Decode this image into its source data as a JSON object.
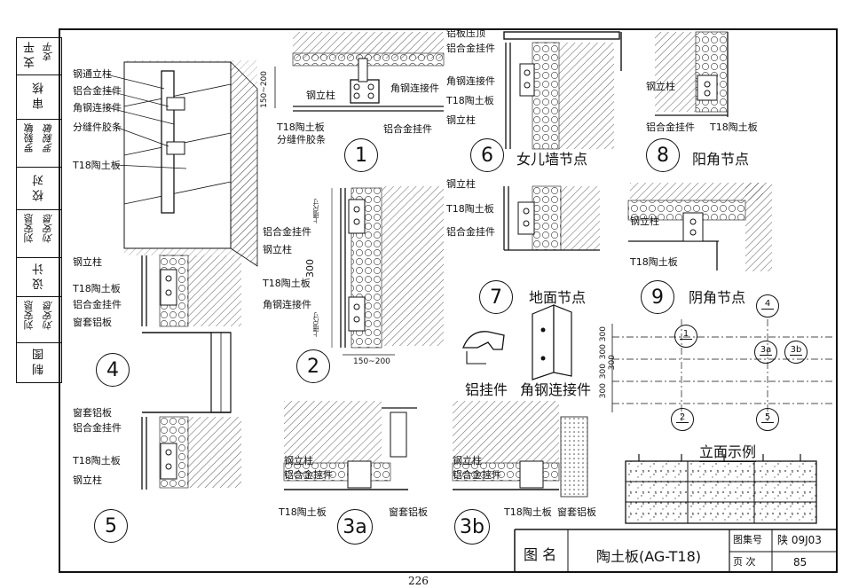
{
  "side_strip": [
    {
      "role": "支 平",
      "sig": "支平"
    },
    {
      "role": "审 核",
      "sig": ""
    },
    {
      "role": "罗毅敏",
      "sig": "罗毅敏"
    },
    {
      "role": "校 对",
      "sig": ""
    },
    {
      "role": "刘安恳",
      "sig": "刘安恳"
    },
    {
      "role": "设 计",
      "sig": ""
    },
    {
      "role": "刘安恳",
      "sig": "刘安恳"
    },
    {
      "role": "制 图",
      "sig": ""
    }
  ],
  "detail_numbers": [
    "1",
    "2",
    "3a",
    "3b",
    "4",
    "5",
    "6",
    "7",
    "8",
    "9"
  ],
  "detail_titles": {
    "d6": "女儿墙节点",
    "d7": "地面节点",
    "d8": "阳角节点",
    "d9": "阴角节点",
    "elevation": "立面示例",
    "clip": "铝挂件",
    "angle": "角钢连接件"
  },
  "labels": {
    "iso": [
      "钢通立柱",
      "铝合金挂件",
      "角钢连接件",
      "分缝件胶条",
      "T18陶土板"
    ],
    "d1": [
      "150~200",
      "角钢连接件",
      "钢立柱",
      "T18陶土板",
      "分缝件胶条",
      "铝合金挂件"
    ],
    "d2": [
      "铝合金挂件",
      "钢立柱",
      "300",
      "T18陶土板",
      "角钢连接件",
      "150~200",
      "上墙尺寸",
      "上墙尺寸"
    ],
    "d4": [
      "钢立柱",
      "T18陶土板",
      "铝合金挂件",
      "窗套铝板"
    ],
    "d5": [
      "窗套铝板",
      "铝合金挂件",
      "T18陶土板",
      "钢立柱"
    ],
    "d6": [
      "铝板压顶",
      "铝合金挂件",
      "角钢连接件",
      "T18陶土板",
      "钢立柱"
    ],
    "d7": [
      "钢立柱",
      "T18陶土板",
      "铝合金挂件"
    ],
    "d8": [
      "钢立柱",
      "铝合金挂件",
      "T18陶土板"
    ],
    "d9": [
      "钢立柱",
      "T18陶土板"
    ],
    "d3a": [
      "钢立柱",
      "铝合金挂件",
      "T18陶土板",
      "窗套铝板"
    ],
    "d3b": [
      "钢立柱",
      "铝合金挂件",
      "T18陶土板",
      "窗套铝板"
    ]
  },
  "elevation_dims": [
    "300",
    "300",
    "300",
    "300",
    "300"
  ],
  "elevation_refs": {
    "top": "4",
    "a": "3a",
    "b": "3b",
    "bottom_left": "2",
    "bottom_right": "5",
    "row": "1"
  },
  "title_block": {
    "name_label": "图 名",
    "name": "陶土板(AG-T18)",
    "atlas_label": "图集号",
    "atlas": "陕 09J03",
    "page_label": "页 次",
    "page": "85"
  },
  "page_number": "226"
}
